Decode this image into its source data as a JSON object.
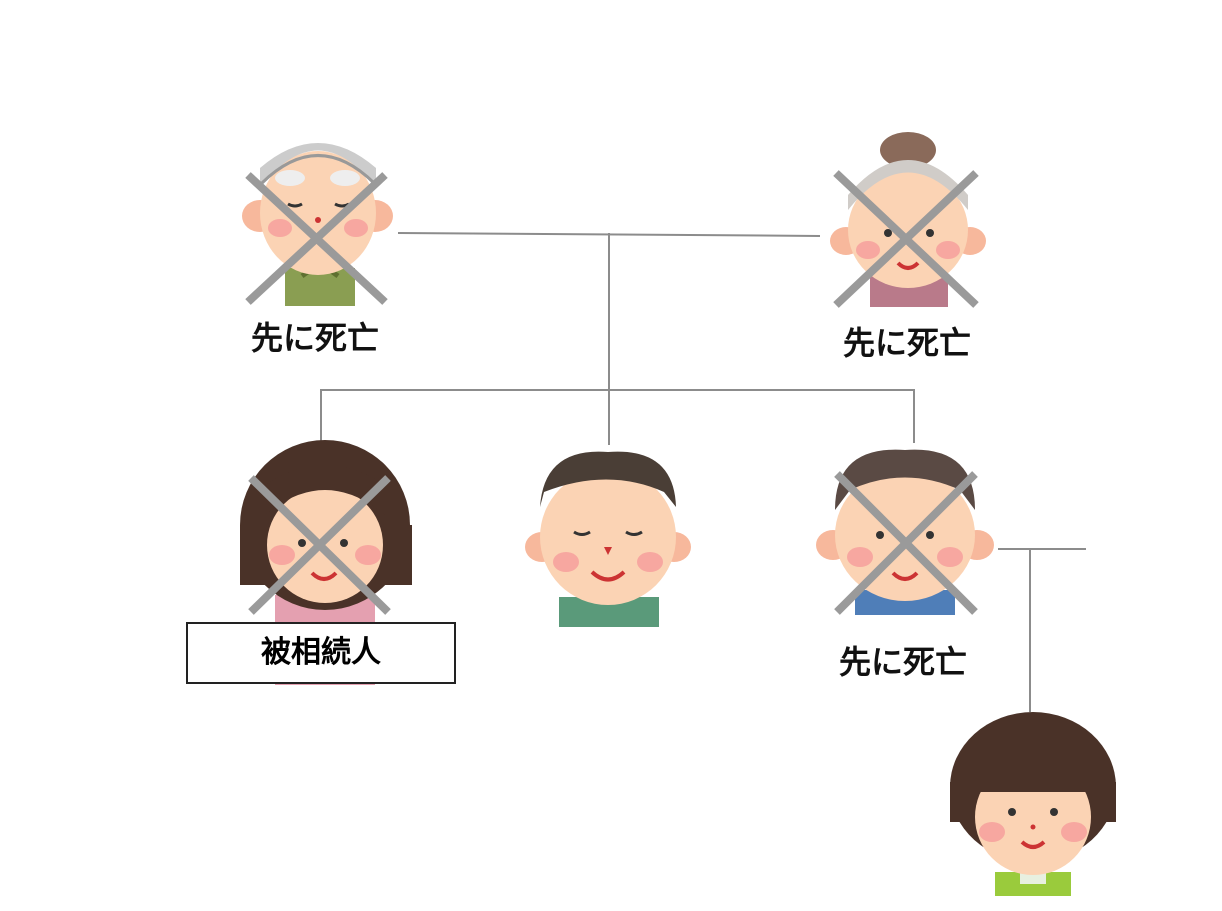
{
  "people": {
    "grandfather": {
      "label": "先に死亡",
      "deceased": true
    },
    "grandmother": {
      "label": "先に死亡",
      "deceased": true
    },
    "decedent": {
      "label": "被相続人",
      "deceased": true
    },
    "brother": {
      "deceased": false
    },
    "younger_brother": {
      "label": "先に死亡",
      "deceased": true
    },
    "niece": {
      "deceased": false
    }
  },
  "colors": {
    "line": "#8c8c8c",
    "cross": "#9a9a9a",
    "skin": "#fbd3b4",
    "cheek": "#f7a7a0"
  }
}
